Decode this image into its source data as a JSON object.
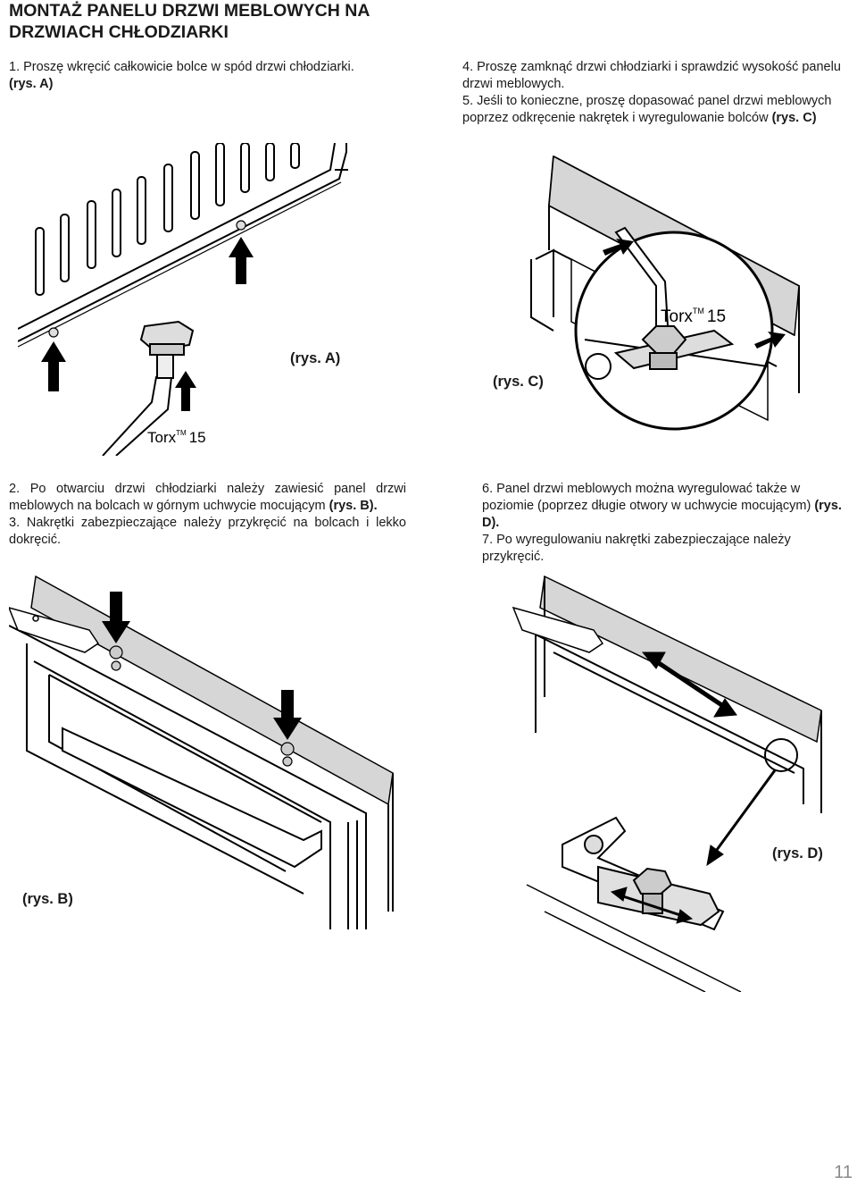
{
  "heading": {
    "line1": "MONTAŻ PANELU DRZWI MEBLOWYCH NA",
    "line2": "DRZWIACH CHŁODZIARKI"
  },
  "steps": {
    "s1": "1. Proszę wkręcić całkowicie bolce w spód drzwi chłodziarki.",
    "s1_ref": "(rys. A)",
    "s2_text": "2. Po otwarciu drzwi chłodziarki należy zawiesić panel drzwi meblowych na bolcach w górnym uchwycie mocującym ",
    "s2_ref": "(rys. B).",
    "s3": "3. Nakrętki zabezpieczające należy przykręcić na bolcach i lekko dokręcić.",
    "s4": "4. Proszę zamknąć drzwi chłodziarki i sprawdzić wysokość panelu drzwi meblowych.",
    "s5_text": "5. Jeśli to konieczne, proszę dopasować panel drzwi meblowych poprzez odkręcenie nakrętek i wyregulowanie bolców ",
    "s5_ref": "(rys. C)",
    "s6_text": "6. Panel drzwi meblowych można wyregulować także w poziomie (poprzez długie otwory w uchwycie mocującym) ",
    "s6_ref": "(rys. D).",
    "s7": "7. Po wyregulowaniu nakrętki zabezpieczające należy przykręcić."
  },
  "figures": {
    "a_label": "(rys. A)",
    "b_label": "(rys. B)",
    "c_label": "(rys. C)",
    "d_label": "(rys. D)",
    "torx": "Torx",
    "torx_tm": "TM",
    "torx_num": "15"
  },
  "page_number": "11"
}
